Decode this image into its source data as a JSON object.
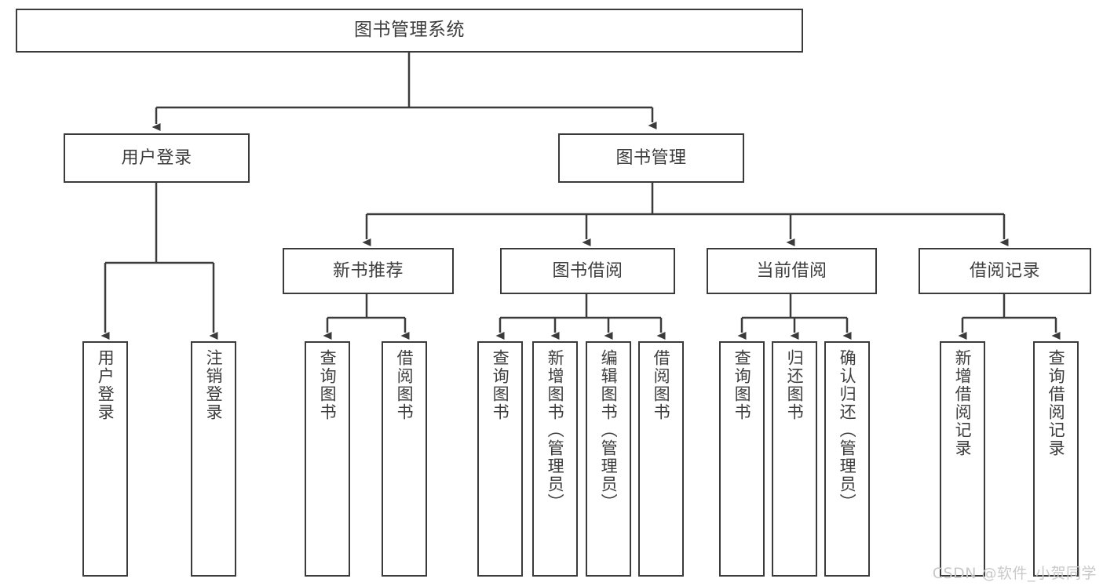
{
  "diagram": {
    "title": "图书管理系统",
    "watermark": "CSDN @软件_小贺同学",
    "colors": {
      "stroke": "#3b3b3b",
      "fill": "#ffffff",
      "text": "#3d3d3d",
      "watermark": "#c9c9c9"
    },
    "nodes": {
      "root": {
        "label": "图书管理系统"
      },
      "level1": [
        {
          "id": "user-login",
          "label": "用户登录"
        },
        {
          "id": "book-manage",
          "label": "图书管理"
        }
      ],
      "level2": [
        {
          "id": "new-book-recommend",
          "label": "新书推荐"
        },
        {
          "id": "book-borrow",
          "label": "图书借阅"
        },
        {
          "id": "current-borrow",
          "label": "当前借阅"
        },
        {
          "id": "borrow-record",
          "label": "借阅记录"
        }
      ],
      "leaves": {
        "user-login": [
          {
            "id": "leaf-user-login",
            "label": "用户登录"
          },
          {
            "id": "leaf-user-logout",
            "label": "注销登录"
          }
        ],
        "new-book-recommend": [
          {
            "id": "leaf-query-book-1",
            "label": "查询图书"
          },
          {
            "id": "leaf-borrow-book-1",
            "label": "借阅图书"
          }
        ],
        "book-borrow": [
          {
            "id": "leaf-query-book-2",
            "label": "查询图书"
          },
          {
            "id": "leaf-add-book",
            "label": "新增图书（管理员）"
          },
          {
            "id": "leaf-edit-book",
            "label": "编辑图书（管理员）"
          },
          {
            "id": "leaf-borrow-book-2",
            "label": "借阅图书"
          }
        ],
        "current-borrow": [
          {
            "id": "leaf-query-book-3",
            "label": "查询图书"
          },
          {
            "id": "leaf-return-book",
            "label": "归还图书"
          },
          {
            "id": "leaf-confirm-return",
            "label": "确认归还（管理员）"
          }
        ],
        "borrow-record": [
          {
            "id": "leaf-add-record",
            "label": "新增借阅记录"
          },
          {
            "id": "leaf-query-record",
            "label": "查询借阅记录"
          }
        ]
      }
    }
  }
}
